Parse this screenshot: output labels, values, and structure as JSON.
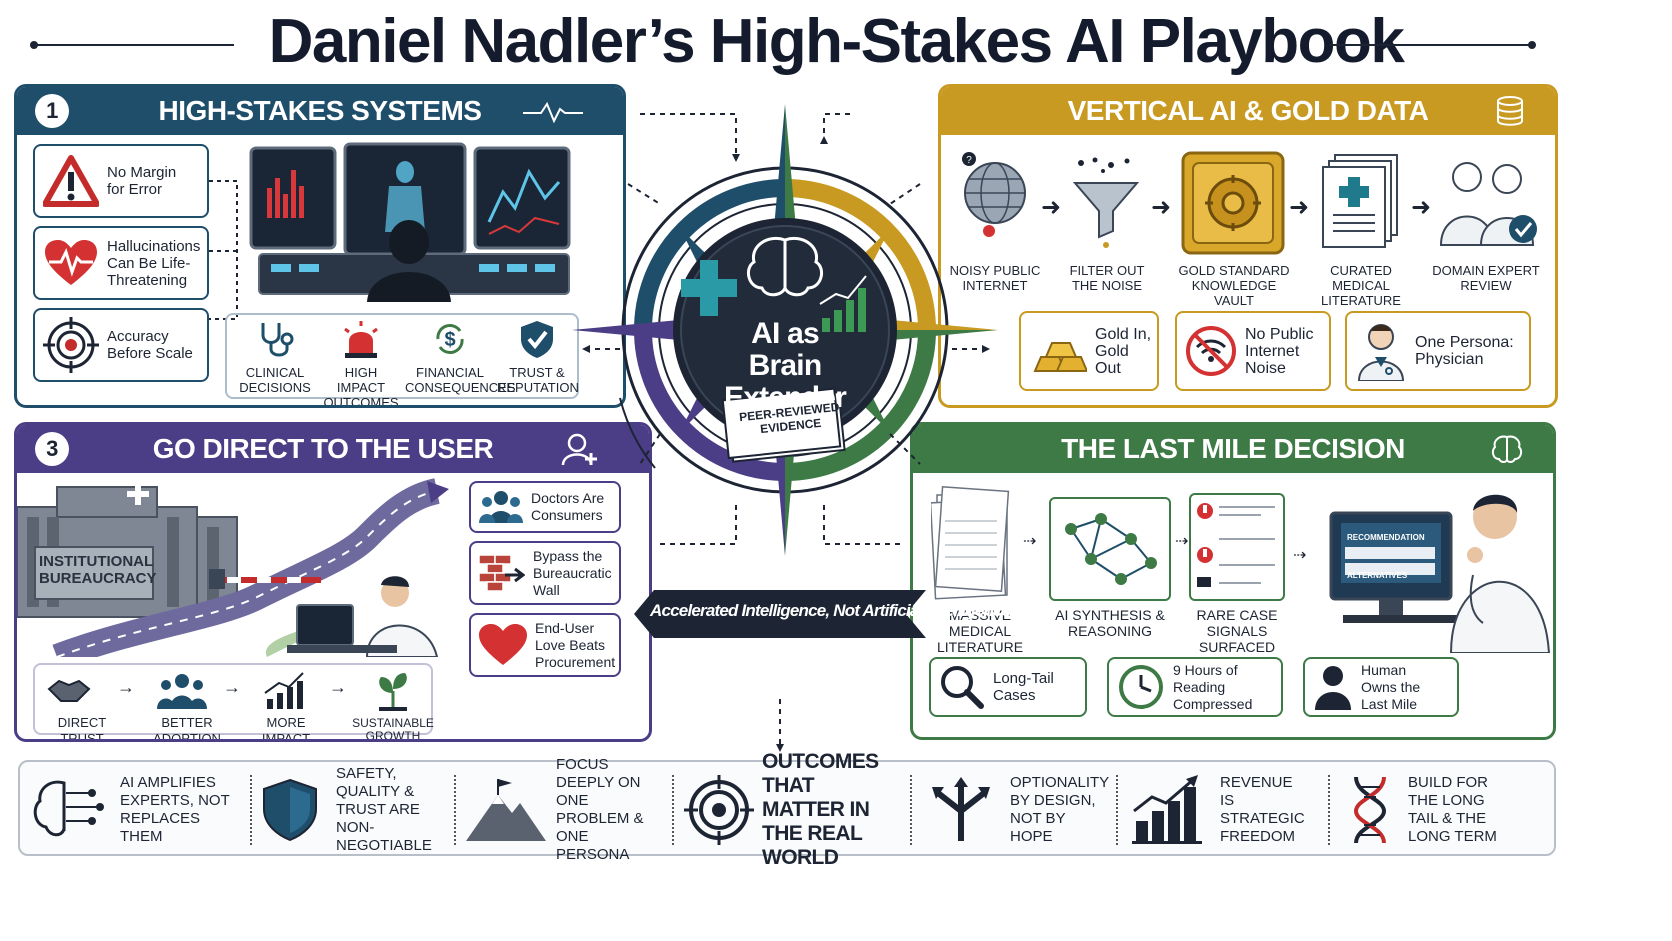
{
  "title": "Daniel Nadler’s High-Stakes AI Playbook",
  "colors": {
    "navy": "#1f4e6b",
    "gold": "#c89a22",
    "purple": "#4b3d86",
    "green": "#3d7a45",
    "dark": "#1d2433"
  },
  "panel1": {
    "number": "1",
    "heading": "HIGH-STAKES SYSTEMS",
    "cards": [
      {
        "label": "No Margin for Error",
        "icon": "warning-icon"
      },
      {
        "label": "Hallucinations Can Be Life-Threatening",
        "icon": "heart-pulse-icon"
      },
      {
        "label": "Accuracy Before Scale",
        "icon": "target-icon"
      }
    ],
    "items": [
      {
        "label": "CLINICAL DECISIONS",
        "icon": "stethoscope-icon"
      },
      {
        "label": "HIGH IMPACT OUTCOMES",
        "icon": "alarm-icon"
      },
      {
        "label": "FINANCIAL CONSEQUENCES",
        "icon": "dollar-cycle-icon"
      },
      {
        "label": "TRUST & REPUTATION",
        "icon": "shield-check-icon"
      }
    ]
  },
  "panel2": {
    "heading": "VERTICAL AI & GOLD DATA",
    "flow": [
      {
        "label": "NOISY PUBLIC INTERNET",
        "icon": "globe-icon"
      },
      {
        "label": "FILTER OUT THE NOISE",
        "icon": "funnel-icon"
      },
      {
        "label": "GOLD STANDARD KNOWLEDGE VAULT",
        "icon": "vault-icon"
      },
      {
        "label": "CURATED MEDICAL LITERATURE",
        "icon": "documents-icon"
      },
      {
        "label": "DOMAIN EXPERT REVIEW",
        "icon": "doctors-icon"
      }
    ],
    "cards": [
      {
        "label": "Gold In, Gold Out",
        "icon": "gold-bars-icon"
      },
      {
        "label": "No Public Internet Noise",
        "icon": "no-wifi-icon"
      },
      {
        "label": "One Persona: Physician",
        "icon": "physician-icon"
      }
    ]
  },
  "panel3": {
    "number": "3",
    "heading": "GO DIRECT TO THE USER",
    "scene_labels": [
      "INSTITUTIONAL BUREAUCRACY"
    ],
    "cards": [
      {
        "label": "Doctors Are Consumers",
        "icon": "people-icon"
      },
      {
        "label": "Bypass the Bureaucratic Wall",
        "icon": "brick-wall-icon"
      },
      {
        "label": "End-User Love Beats Procurement",
        "icon": "heart-icon"
      }
    ],
    "steps": [
      {
        "label": "DIRECT TRUST",
        "icon": "handshake-icon"
      },
      {
        "label": "BETTER ADOPTION",
        "icon": "group-icon"
      },
      {
        "label": "MORE IMPACT",
        "icon": "growth-chart-icon"
      },
      {
        "label": "SUSTAINABLE GROWTH",
        "icon": "sprout-icon"
      }
    ]
  },
  "panel4": {
    "heading": "THE LAST MILE DECISION",
    "flow": [
      {
        "label": "MASSIVE MEDICAL LITERATURE",
        "icon": "paper-stack-icon"
      },
      {
        "label": "AI SYNTHESIS & REASONING",
        "icon": "network-icon"
      },
      {
        "label": "RARE CASE SIGNALS SURFACED",
        "icon": "alert-list-icon"
      }
    ],
    "screen_labels": [
      "RECOMMENDATION",
      "ALTERNATIVES"
    ],
    "cards": [
      {
        "label": "Long-Tail Cases",
        "icon": "magnifier-icon"
      },
      {
        "label": "9 Hours of Reading Compressed",
        "icon": "clock-icon"
      },
      {
        "label": "Human Owns the Last Mile",
        "icon": "person-icon"
      }
    ]
  },
  "center": {
    "title_line1": "AI as",
    "title_line2": "Brain Extender",
    "evidence": "PEER-REVIEWED EVIDENCE",
    "banner": "Accelerated Intelligence, Not Artificial Intelligence"
  },
  "bottom": [
    {
      "label": "AI AMPLIFIES EXPERTS, NOT REPLACES THEM",
      "icon": "brain-circuit-icon"
    },
    {
      "label": "SAFETY, QUALITY & TRUST ARE NON-NEGOTIABLE",
      "icon": "shield-icon"
    },
    {
      "label": "FOCUS DEEPLY ON ONE PROBLEM & ONE PERSONA",
      "icon": "mountain-flag-icon"
    },
    {
      "label": "OUTCOMES THAT MATTER IN THE REAL WORLD",
      "icon": "target-icon"
    },
    {
      "label": "OPTIONALITY BY DESIGN, NOT BY HOPE",
      "icon": "fork-arrows-icon"
    },
    {
      "label": "REVENUE IS STRATEGIC FREEDOM",
      "icon": "bar-growth-icon"
    },
    {
      "label": "BUILD FOR THE LONG TAIL & THE LONG TERM",
      "icon": "dna-icon"
    }
  ]
}
